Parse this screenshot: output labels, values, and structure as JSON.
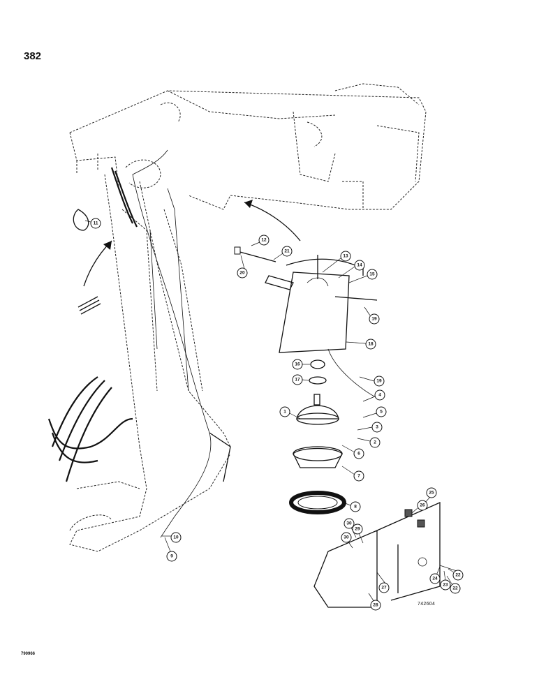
{
  "page": {
    "number": "382",
    "figure_code": "742604",
    "drawing_code": "790966"
  },
  "callouts": [
    {
      "id": "c1",
      "label": "1"
    },
    {
      "id": "c2",
      "label": "2"
    },
    {
      "id": "c3",
      "label": "3"
    },
    {
      "id": "c4",
      "label": "4"
    },
    {
      "id": "c5",
      "label": "5"
    },
    {
      "id": "c6",
      "label": "6"
    },
    {
      "id": "c7",
      "label": "7"
    },
    {
      "id": "c8",
      "label": "8"
    },
    {
      "id": "c9",
      "label": "9"
    },
    {
      "id": "c10",
      "label": "10"
    },
    {
      "id": "c11",
      "label": "11"
    },
    {
      "id": "c12",
      "label": "12"
    },
    {
      "id": "c13",
      "label": "13"
    },
    {
      "id": "c14",
      "label": "14"
    },
    {
      "id": "c15",
      "label": "15"
    },
    {
      "id": "c16",
      "label": "16"
    },
    {
      "id": "c17",
      "label": "17"
    },
    {
      "id": "c18",
      "label": "18"
    },
    {
      "id": "c19",
      "label": "19"
    },
    {
      "id": "c19b",
      "label": "19"
    },
    {
      "id": "c20",
      "label": "20"
    },
    {
      "id": "c21",
      "label": "21"
    },
    {
      "id": "c22",
      "label": "22"
    },
    {
      "id": "c22b",
      "label": "22"
    },
    {
      "id": "c23",
      "label": "23"
    },
    {
      "id": "c24",
      "label": "24"
    },
    {
      "id": "c25",
      "label": "25"
    },
    {
      "id": "c26",
      "label": "26"
    },
    {
      "id": "c27",
      "label": "27"
    },
    {
      "id": "c28",
      "label": "28"
    },
    {
      "id": "c29",
      "label": "29"
    },
    {
      "id": "c30",
      "label": "30"
    },
    {
      "id": "c30b",
      "label": "30"
    }
  ]
}
